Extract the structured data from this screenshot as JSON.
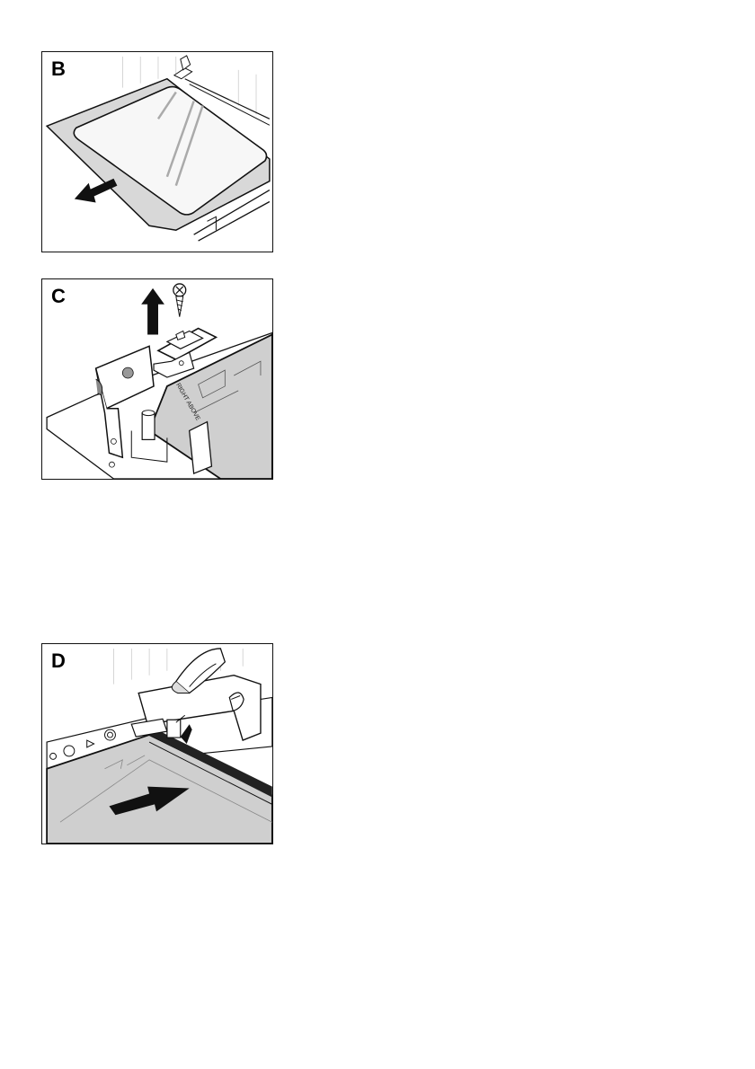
{
  "figures": [
    {
      "letter": "B",
      "icon": "pull-glass-panel-arrow-icon"
    },
    {
      "letter": "C",
      "icon": "lift-bracket-screw-icon",
      "stamp": "RIGHT ABOVE"
    },
    {
      "letter": "D",
      "icon": "slide-panel-arrow-icon"
    }
  ],
  "colors": {
    "line": "#111111",
    "panel_fill": "#cfcfcf",
    "background": "#ffffff"
  }
}
